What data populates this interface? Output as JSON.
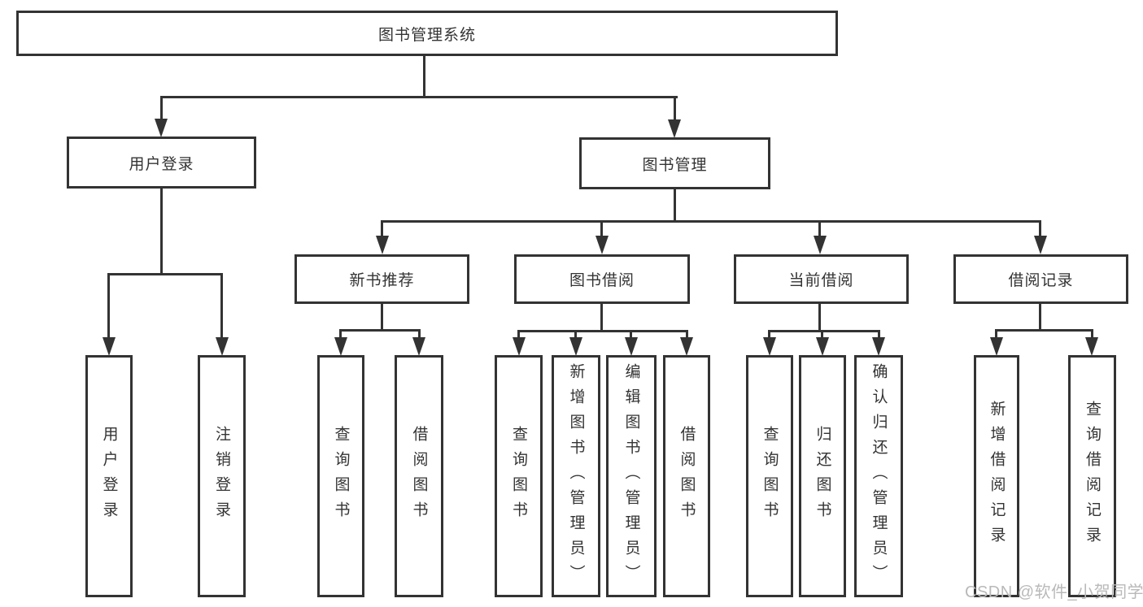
{
  "tree": {
    "label": "图书管理系统",
    "children": [
      {
        "label": "用户登录",
        "children": [
          {
            "label": "用户登录"
          },
          {
            "label": "注销登录"
          }
        ]
      },
      {
        "label": "图书管理",
        "children": [
          {
            "label": "新书推荐",
            "children": [
              {
                "label": "查询图书"
              },
              {
                "label": "借阅图书"
              }
            ]
          },
          {
            "label": "图书借阅",
            "children": [
              {
                "label": "查询图书"
              },
              {
                "label": "新增图书（管理员）"
              },
              {
                "label": "编辑图书（管理员）"
              },
              {
                "label": "借阅图书"
              }
            ]
          },
          {
            "label": "当前借阅",
            "children": [
              {
                "label": "查询图书"
              },
              {
                "label": "归还图书"
              },
              {
                "label": "确认归还（管理员）"
              }
            ]
          },
          {
            "label": "借阅记录",
            "children": [
              {
                "label": "新增借阅记录"
              },
              {
                "label": "查询借阅记录"
              }
            ]
          }
        ]
      }
    ]
  },
  "watermark": "CSDN @软件_小贺同学",
  "colors": {
    "line": "#333333",
    "text": "#333333",
    "box_background": "#ffffff",
    "watermark": "#b9b9b9",
    "page_background": "#ffffff"
  }
}
